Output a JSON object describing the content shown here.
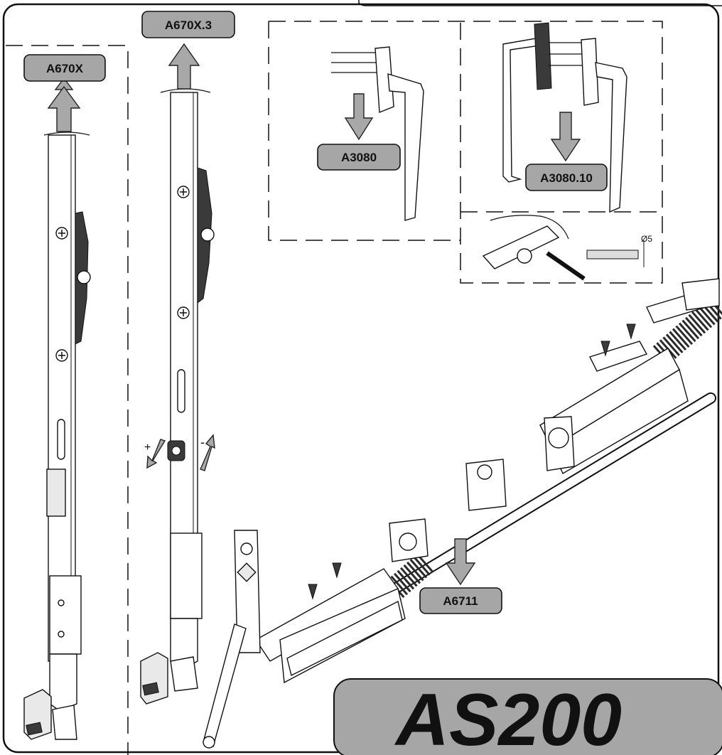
{
  "labels": {
    "a670x": "A670X",
    "a670x3": "A670X.3",
    "a3080": "A3080",
    "a308010": "A3080.10",
    "a6711": "A6711",
    "as200": "AS200",
    "drill": "Ø5",
    "plus": "+",
    "minus": "-"
  },
  "colors": {
    "label_fill": "#a6a6a6",
    "arrow_fill": "#a8a8a8",
    "outline": "#111111"
  }
}
